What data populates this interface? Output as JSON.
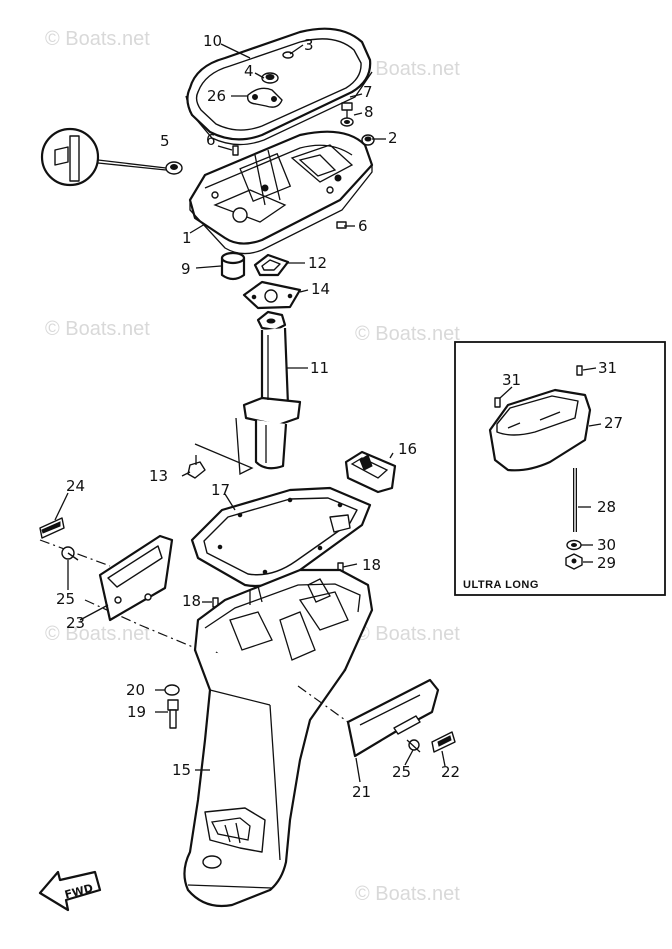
{
  "watermark": "© Boats.net",
  "inset_label": "ULTRA LONG",
  "fwd_label": "FWD",
  "callouts": {
    "c10": "10",
    "c3": "3",
    "c4": "4",
    "c7": "7",
    "c26": "26",
    "c8": "8",
    "c5": "5",
    "c6a": "6",
    "c2": "2",
    "c6b": "6",
    "c1": "1",
    "c9": "9",
    "c12": "12",
    "c14": "14",
    "c11": "11",
    "c31a": "31",
    "c31b": "31",
    "c27": "27",
    "c28": "28",
    "c30": "30",
    "c29": "29",
    "c16": "16",
    "c13": "13",
    "c17": "17",
    "c24": "24",
    "c18a": "18",
    "c18b": "18",
    "c25a": "25",
    "c23": "23",
    "c20": "20",
    "c19": "19",
    "c15": "15",
    "c21": "21",
    "c25b": "25",
    "c22": "22"
  }
}
